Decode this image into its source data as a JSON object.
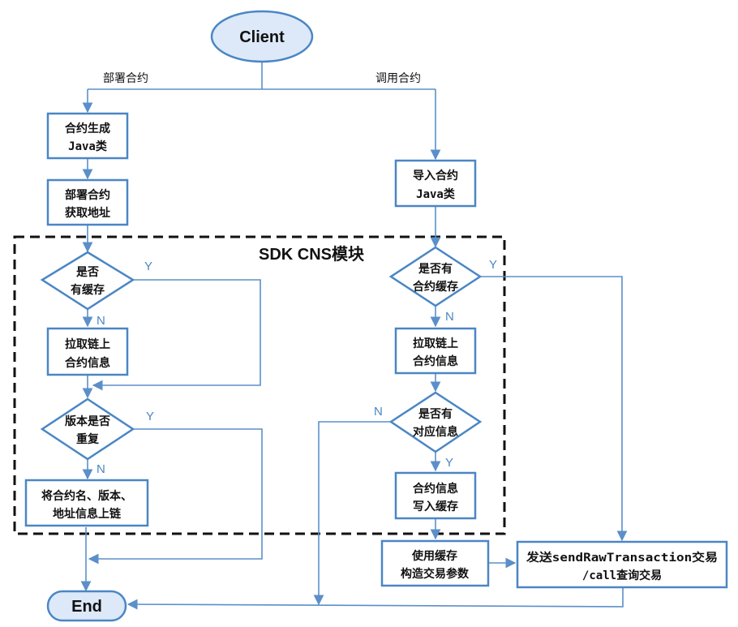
{
  "module_title": "SDK CNS模块",
  "colors": {
    "stroke": "#4a86c5",
    "terminal_fill": "#dde9f8",
    "dashed_border": "#111111"
  },
  "nodes": {
    "client": "Client",
    "end": "End",
    "gen_java": [
      "合约生成",
      "Java类"
    ],
    "deploy": [
      "部署合约",
      "获取地址"
    ],
    "has_cache_left": [
      "是否",
      "有缓存"
    ],
    "fetch_left": [
      "拉取链上",
      "合约信息"
    ],
    "version_dup": [
      "版本是否",
      "重复"
    ],
    "upload": [
      "将合约名、版本、",
      "地址信息上链"
    ],
    "import_java": [
      "导入合约",
      "Java类"
    ],
    "has_cache_right": [
      "是否有",
      "合约缓存"
    ],
    "fetch_right": [
      "拉取链上",
      "合约信息"
    ],
    "has_info": [
      "是否有",
      "对应信息"
    ],
    "write_cache": [
      "合约信息",
      "写入缓存"
    ],
    "build_params": [
      "使用缓存",
      "构造交易参数"
    ],
    "send_tx": [
      "发送sendRawTransaction交易",
      "/call查询交易"
    ]
  },
  "edge_labels": {
    "deploy": "部署合约",
    "invoke": "调用合约",
    "yes": "Y",
    "no": "N"
  }
}
